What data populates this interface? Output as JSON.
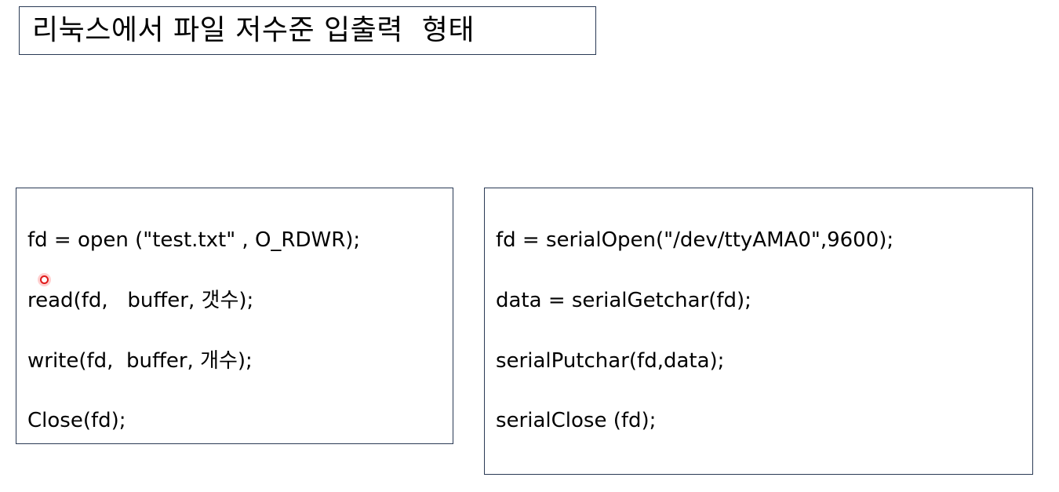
{
  "title": "리눅스에서 파일 저수준 입출력  형태",
  "left_panel": {
    "lines": [
      "fd = open (\"test.txt\" , O_RDWR);",
      "read(fd,   buffer, 갯수);",
      "write(fd,  buffer, 개수);",
      "Close(fd);"
    ]
  },
  "right_panel": {
    "lines": [
      "fd = serialOpen(\"/dev/ttyAMA0\",9600);",
      "data = serialGetchar(fd);",
      "serialPutchar(fd,data);",
      "serialClose (fd);"
    ]
  },
  "colors": {
    "border": "#2a3a55",
    "pointer": "#e01919"
  }
}
